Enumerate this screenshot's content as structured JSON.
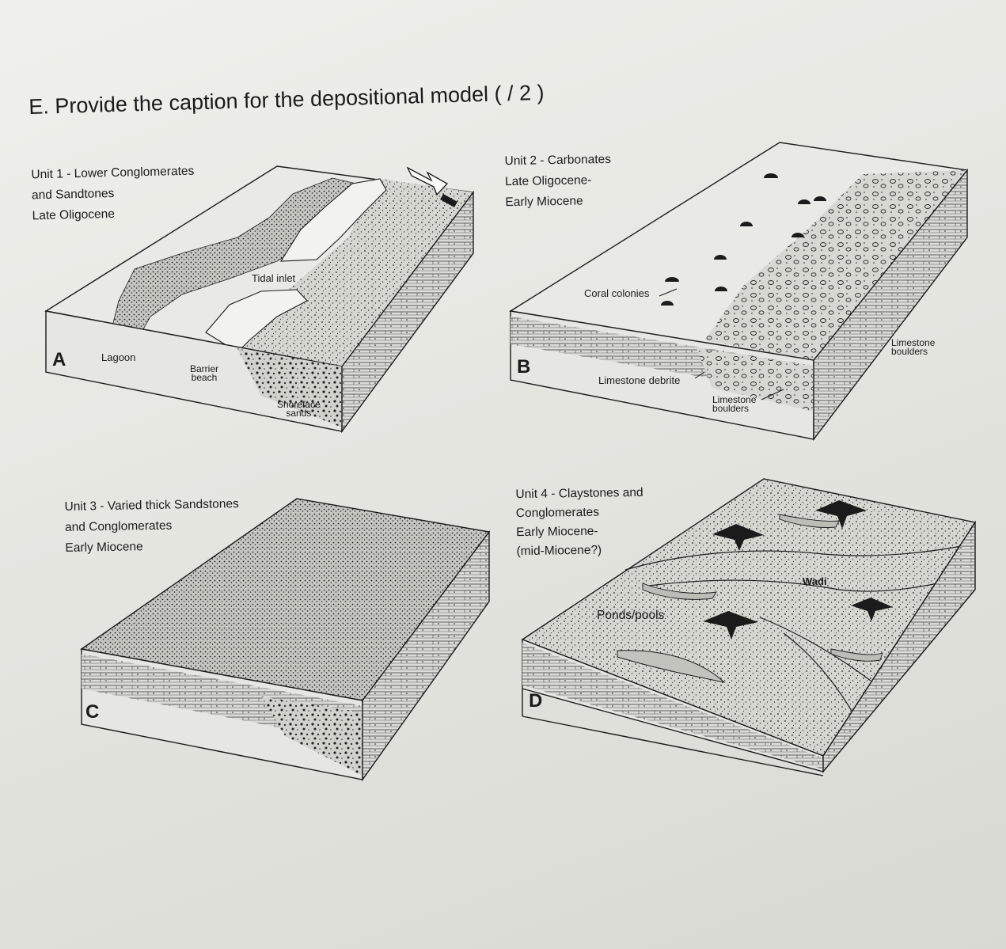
{
  "heading": "E. Provide the caption for the depositional model ( / 2 )",
  "panels": {
    "a": {
      "letter": "A",
      "title_lines": [
        "Unit 1 - Lower Conglomerates",
        "and Sandtones",
        "Late Oligocene"
      ],
      "labels": {
        "tidal_inlet": "Tidal inlet",
        "lagoon": "Lagoon",
        "barrier_beach": [
          "Barrier",
          "beach"
        ],
        "shoreface_sands": [
          "Shoreface",
          "sands"
        ]
      }
    },
    "b": {
      "letter": "B",
      "title_lines": [
        "Unit 2 - Carbonates",
        "Late Oligocene-",
        "Early Miocene"
      ],
      "labels": {
        "coral_colonies": "Coral colonies",
        "limestone_debrite": "Limestone debrite",
        "limestone_boulders_front": [
          "Limestone",
          "boulders"
        ],
        "limestone_boulders_side": [
          "Limestone",
          "boulders"
        ]
      }
    },
    "c": {
      "letter": "C",
      "title_lines": [
        "Unit 3 - Varied thick Sandstones",
        "and Conglomerates",
        "Early Miocene"
      ]
    },
    "d": {
      "letter": "D",
      "title_lines": [
        "Unit 4 - Claystones and",
        "Conglomerates",
        "Early Miocene-",
        "(mid-Miocene?)"
      ],
      "labels": {
        "wadi": "Wadi",
        "ponds_pools": "Ponds/pools"
      }
    }
  },
  "colors": {
    "paper": "#ecece8",
    "ink": "#1b1b1b",
    "sand_fill": "#cfcfca",
    "water_fill": "#e4e4e0"
  }
}
